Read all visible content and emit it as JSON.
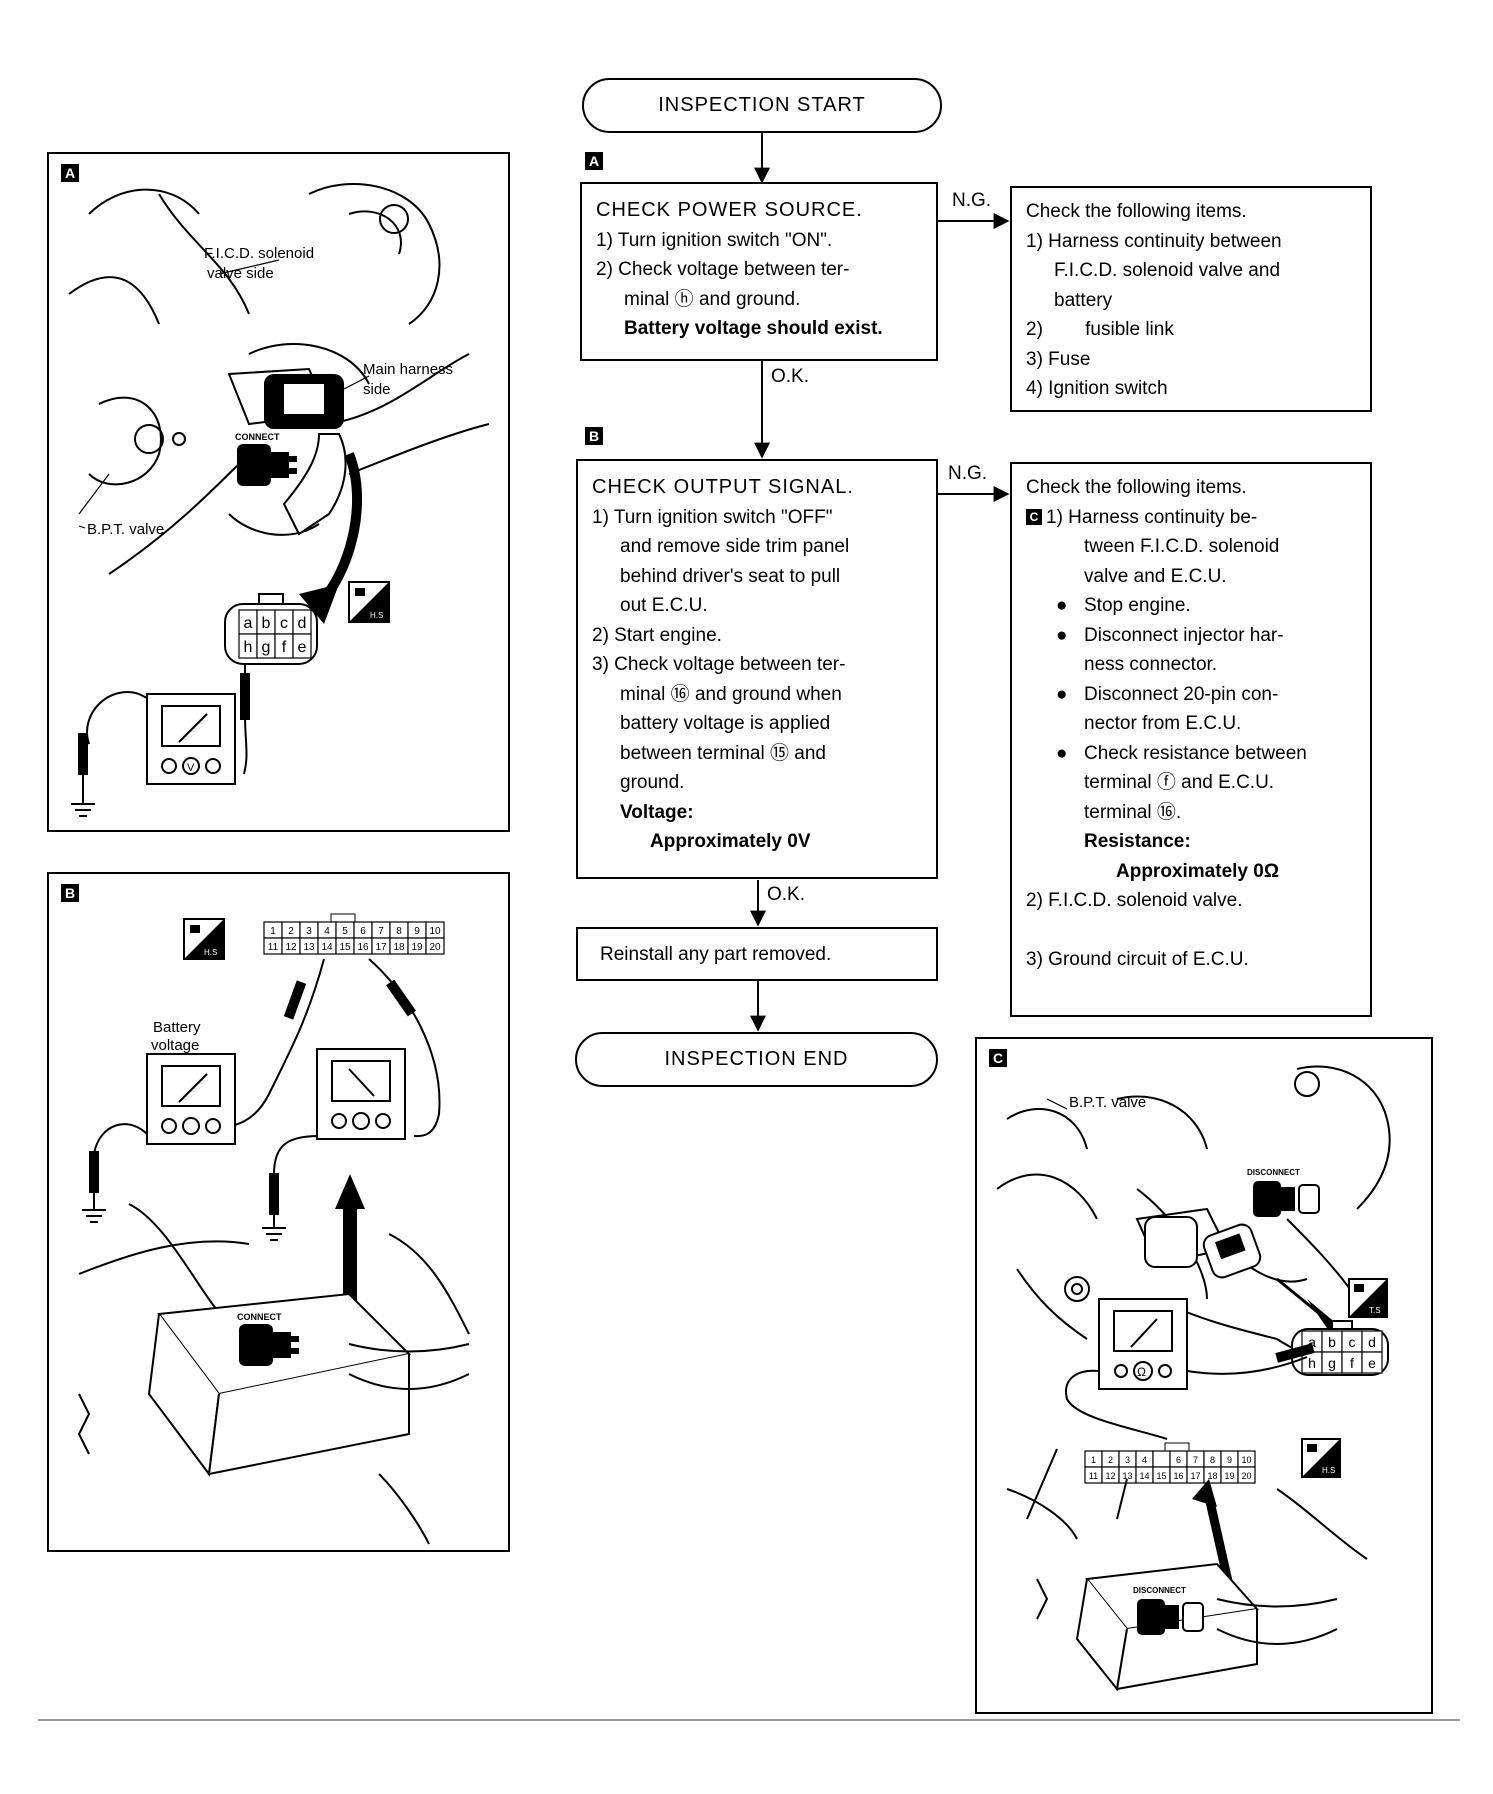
{
  "flow": {
    "start": "INSPECTION START",
    "end": "INSPECTION END",
    "tag_a": "A",
    "tag_b": "B",
    "tag_c": "C",
    "ng": "N.G.",
    "ok": "O.K.",
    "step_a": {
      "title": "CHECK POWER SOURCE.",
      "s1": "1) Turn ignition switch \"ON\".",
      "s2a": "2) Check voltage between ter-",
      "s2b": "minal ⓗ and ground.",
      "note": "Battery voltage should exist."
    },
    "items_a": {
      "title": "Check the following items.",
      "i1a": "1) Harness continuity between",
      "i1b": "F.I.C.D. solenoid valve and",
      "i1c": "battery",
      "i2": "2)        fusible link",
      "i3": "3) Fuse",
      "i4": "4) Ignition switch"
    },
    "step_b": {
      "title": "CHECK OUTPUT SIGNAL.",
      "s1a": "1) Turn ignition switch \"OFF\"",
      "s1b": "and remove side trim panel",
      "s1c": "behind driver's seat to pull",
      "s1d": "out E.C.U.",
      "s2": "2) Start engine.",
      "s3a": "3) Check voltage between ter-",
      "s3b": "minal ⑯ and ground when",
      "s3c": "battery voltage is applied",
      "s3d": "between terminal ⑮ and",
      "s3e": "ground.",
      "v_label": "Voltage:",
      "v_value": "Approximately 0V"
    },
    "items_b": {
      "title": "Check the following items.",
      "i1a": "1) Harness continuity be-",
      "i1b": "tween F.I.C.D. solenoid",
      "i1c": "valve and E.C.U.",
      "b1": "Stop engine.",
      "b2a": "Disconnect injector har-",
      "b2b": "ness connector.",
      "b3a": "Disconnect 20-pin con-",
      "b3b": "nector from E.C.U.",
      "b4a": "Check resistance between",
      "b4b": "terminal ⓕ and E.C.U.",
      "b4c": "terminal ⑯.",
      "r_label": "Resistance:",
      "r_value": "Approximately 0Ω",
      "i2": "2) F.I.C.D. solenoid valve.",
      "i3": "3) Ground circuit of E.C.U."
    },
    "reinstall": "Reinstall any part removed."
  },
  "figures": {
    "a": {
      "tag": "A",
      "ficd_1": "F.I.C.D. solenoid",
      "ficd_2": "valve side",
      "main_1": "Main harness",
      "main_2": "side",
      "bpt": "B.P.T. valve",
      "connect": "CONNECT",
      "pins_top": [
        "a",
        "b",
        "c",
        "d"
      ],
      "pins_bot": [
        "h",
        "g",
        "f",
        "e"
      ],
      "hs": "H.S"
    },
    "b": {
      "tag": "B",
      "battery_1": "Battery",
      "battery_2": "voltage",
      "connect": "CONNECT",
      "hs": "H.S",
      "pins_top": [
        "1",
        "2",
        "3",
        "4",
        "5",
        "6",
        "7",
        "8",
        "9",
        "10"
      ],
      "pins_bot": [
        "11",
        "12",
        "13",
        "14",
        "15",
        "16",
        "17",
        "18",
        "19",
        "20"
      ]
    },
    "c": {
      "tag": "C",
      "bpt": "B.P.T. valve",
      "disconnect": "DISCONNECT",
      "disconnect2": "DISCONNECT",
      "hs": "H.S",
      "ts": "T.S",
      "pins_top": [
        "a",
        "b",
        "c",
        "d"
      ],
      "pins_bot": [
        "h",
        "g",
        "f",
        "e"
      ],
      "ecu_top": [
        "1",
        "2",
        "3",
        "4",
        "",
        "6",
        "7",
        "8",
        "9",
        "10"
      ],
      "ecu_bot": [
        "11",
        "12",
        "13",
        "14",
        "15",
        "16",
        "17",
        "18",
        "19",
        "20"
      ]
    }
  }
}
